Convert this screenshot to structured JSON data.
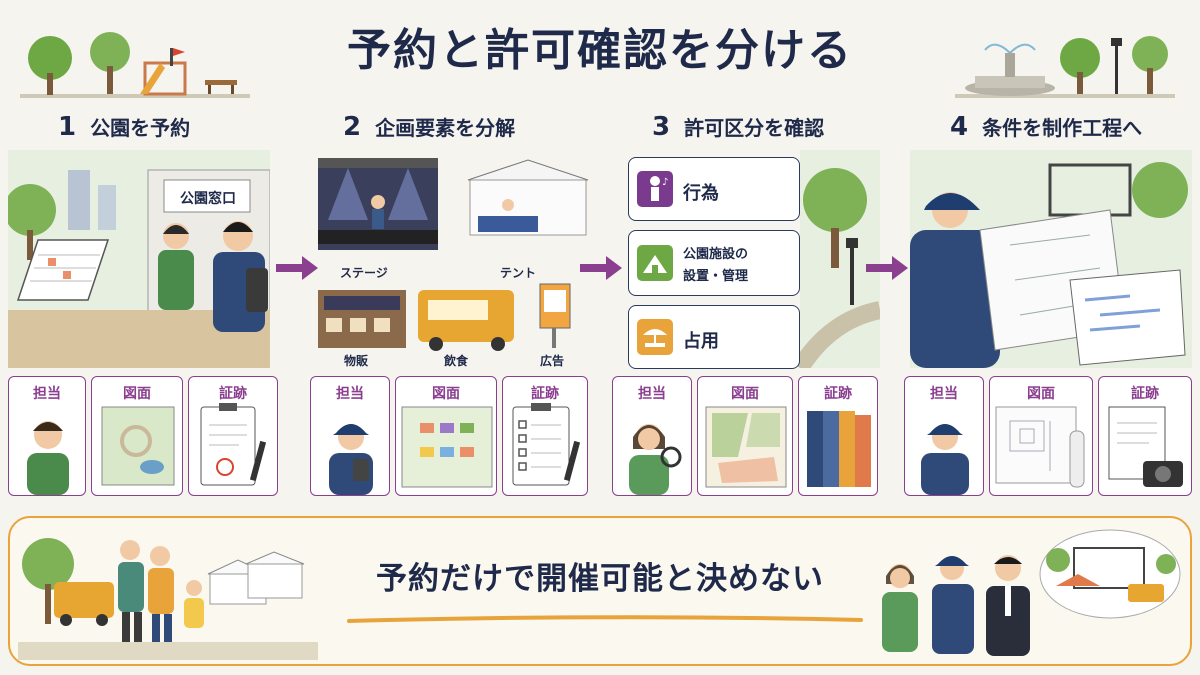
{
  "title": "予約と許可確認を分ける",
  "steps": [
    {
      "num": "1",
      "label": "公園を予約"
    },
    {
      "num": "2",
      "label": "企画要素を分解"
    },
    {
      "num": "3",
      "label": "許可区分を確認"
    },
    {
      "num": "4",
      "label": "条件を制作工程へ"
    }
  ],
  "step1": {
    "sign": "公園窓口"
  },
  "step2": {
    "items": [
      "ステージ",
      "テント",
      "物販",
      "飲食",
      "広告"
    ]
  },
  "step3": {
    "categories": [
      "行為",
      "公園施設の",
      "設置・管理",
      "占用"
    ]
  },
  "cards": {
    "tanto": "担当",
    "zumen": "図面",
    "shoseki": "証跡"
  },
  "banner": {
    "text": "予約だけで開催可能と決めない"
  },
  "colors": {
    "purple": "#8a3f8f",
    "navy": "#1f2a4a",
    "orange": "#e8a33a",
    "green": "#6ea845"
  }
}
